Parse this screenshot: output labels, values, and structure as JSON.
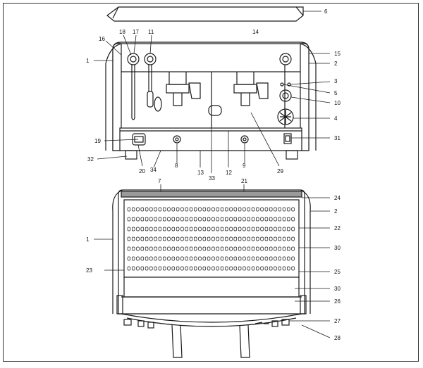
{
  "callouts": {
    "c1a": "1",
    "c16": "16",
    "c18": "18",
    "c17": "17",
    "c11": "11",
    "c14": "14",
    "c6": "6",
    "c15": "15",
    "c2a": "2",
    "c3": "3",
    "c5": "5",
    "c10": "10",
    "c4": "4",
    "c31": "31",
    "c19": "19",
    "c32": "32",
    "c20": "20",
    "c34": "34",
    "c8": "8",
    "c13": "13",
    "c33": "33",
    "c12": "12",
    "c9": "9",
    "c29": "29",
    "c7": "7",
    "c21": "21",
    "c24": "24",
    "c2b": "2",
    "c1b": "1",
    "c22": "22",
    "c30a": "30",
    "c23": "23",
    "c25": "25",
    "c30b": "30",
    "c26": "26",
    "c27": "27",
    "c28": "28"
  },
  "grille": {
    "rows": 7,
    "slots_per_row": 38
  }
}
